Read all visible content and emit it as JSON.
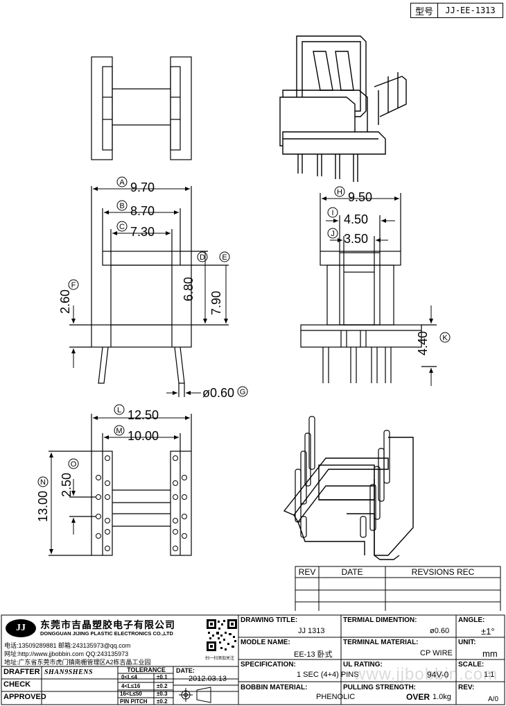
{
  "model_box": {
    "label": "型号",
    "value": "JJ-EE-1313"
  },
  "dimensions": {
    "A": "9.70",
    "B": "8.70",
    "C": "7.30",
    "D": "6.80",
    "E": "7.90",
    "F": "2.60",
    "G": "ø0.60",
    "H": "9.50",
    "I": "4.50",
    "J": "3.50",
    "K": "4.40",
    "L": "12.50",
    "M": "10.00",
    "N": "13.00",
    "O": "2.50"
  },
  "rev_table": {
    "headers": [
      "REV",
      "DATE",
      "REVSIONS REC"
    ]
  },
  "company": {
    "logo": "JJ",
    "name_cn": "东莞市吉晶塑胶电子有限公司",
    "name_en": "DONGGUAN JIJING PLASTIC ELECTRONICS CO.,LTD",
    "phone": "电话:13509289881   邮箱:243135973@qq.com",
    "web": "网址:http://www.jjbobbin.com  QQ:243135973",
    "addr": "地址:广东省东莞市虎门镇南栅管理区A2栋吉晶工业园",
    "qr_caption": "扫一扫添加关注"
  },
  "title_block": {
    "drawing_title_label": "DRAWING TITLE:",
    "drawing_title": "JJ  1313",
    "terminal_dim_label": "TERMIAL DIMENTION:",
    "terminal_dim": "ø0.60",
    "angle_label": "ANGLE:",
    "angle": "±1°",
    "model_name_label": "MODLE NAME:",
    "model_name": "EE-13 卧式",
    "terminal_material_label": "TERMINAL MATERIAL:",
    "terminal_material": "CP WIRE",
    "unit_label": "UNIT:",
    "unit": "mm",
    "spec_label": "SPECIFICATION:",
    "spec": "1 SEC (4+4) PINS",
    "ul_label": "UL RATING:",
    "ul": "94V-0",
    "scale_label": "SCALE:",
    "scale": "1:1",
    "bobbin_material_label": "BOBBIN  MATERIAL:",
    "bobbin_material": "PHENOLIC",
    "pulling_label": "PULLING STRENGTH:",
    "pulling_over": "OVER",
    "pulling_value": "1.0kg",
    "rev_label": "REV:",
    "rev": "A/0",
    "drafter_label": "DRAFTER",
    "drafter": "SHAN9SHENS",
    "check_label": "CHECK",
    "approved_label": "APPROVED",
    "tolerance_label": "TOLERANCE",
    "tol_rows": [
      {
        "range": "0<L≤4",
        "value": "±0.1"
      },
      {
        "range": "4<L≤16",
        "value": "±0.2"
      },
      {
        "range": "16<L≤50",
        "value": "±0.3"
      },
      {
        "range": "PIN PITCH",
        "value": "±0.2"
      }
    ],
    "date_label": "DATE:",
    "date": "2012.03.13"
  },
  "watermark": "www.jjbobbin.com"
}
